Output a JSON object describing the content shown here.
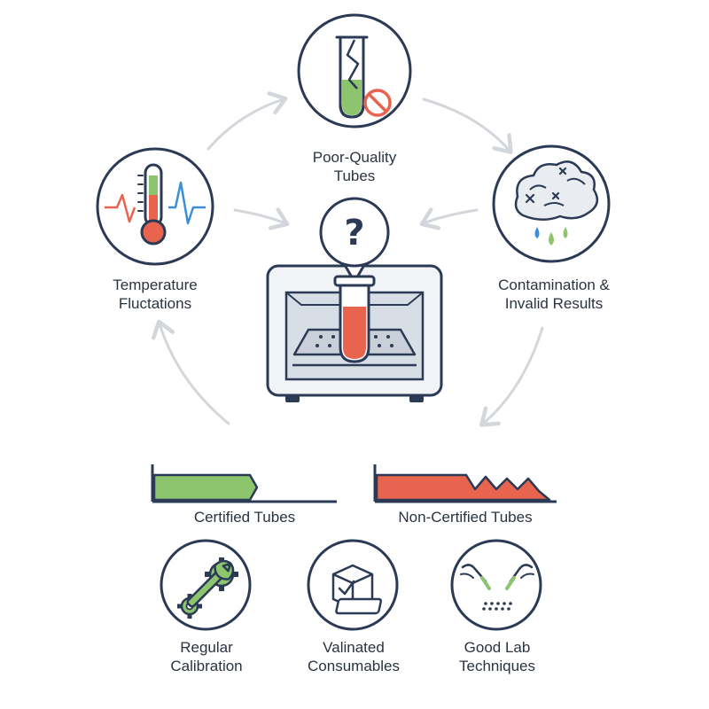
{
  "cycle": {
    "poor_quality": [
      "Poor-Quality",
      "Tubes"
    ],
    "contamination": [
      "Contamination &",
      "Invalid Results"
    ],
    "temperature": [
      "Temperature",
      "Fluctations"
    ],
    "center_symbol": "?"
  },
  "comparison": {
    "certified": "Certified Tubes",
    "non_certified": "Non-Certified Tubes"
  },
  "solutions": {
    "calibration": [
      "Regular",
      "Calibration"
    ],
    "consumables": [
      "Valinated",
      "Consumables"
    ],
    "techniques": [
      "Good Lab",
      "Techniques"
    ]
  },
  "colors": {
    "outline": "#2b3a55",
    "green": "#8cc56e",
    "red": "#e8644e",
    "blue": "#3b8fd9",
    "arrow": "#d3d6da",
    "panel": "#e9edf2"
  }
}
